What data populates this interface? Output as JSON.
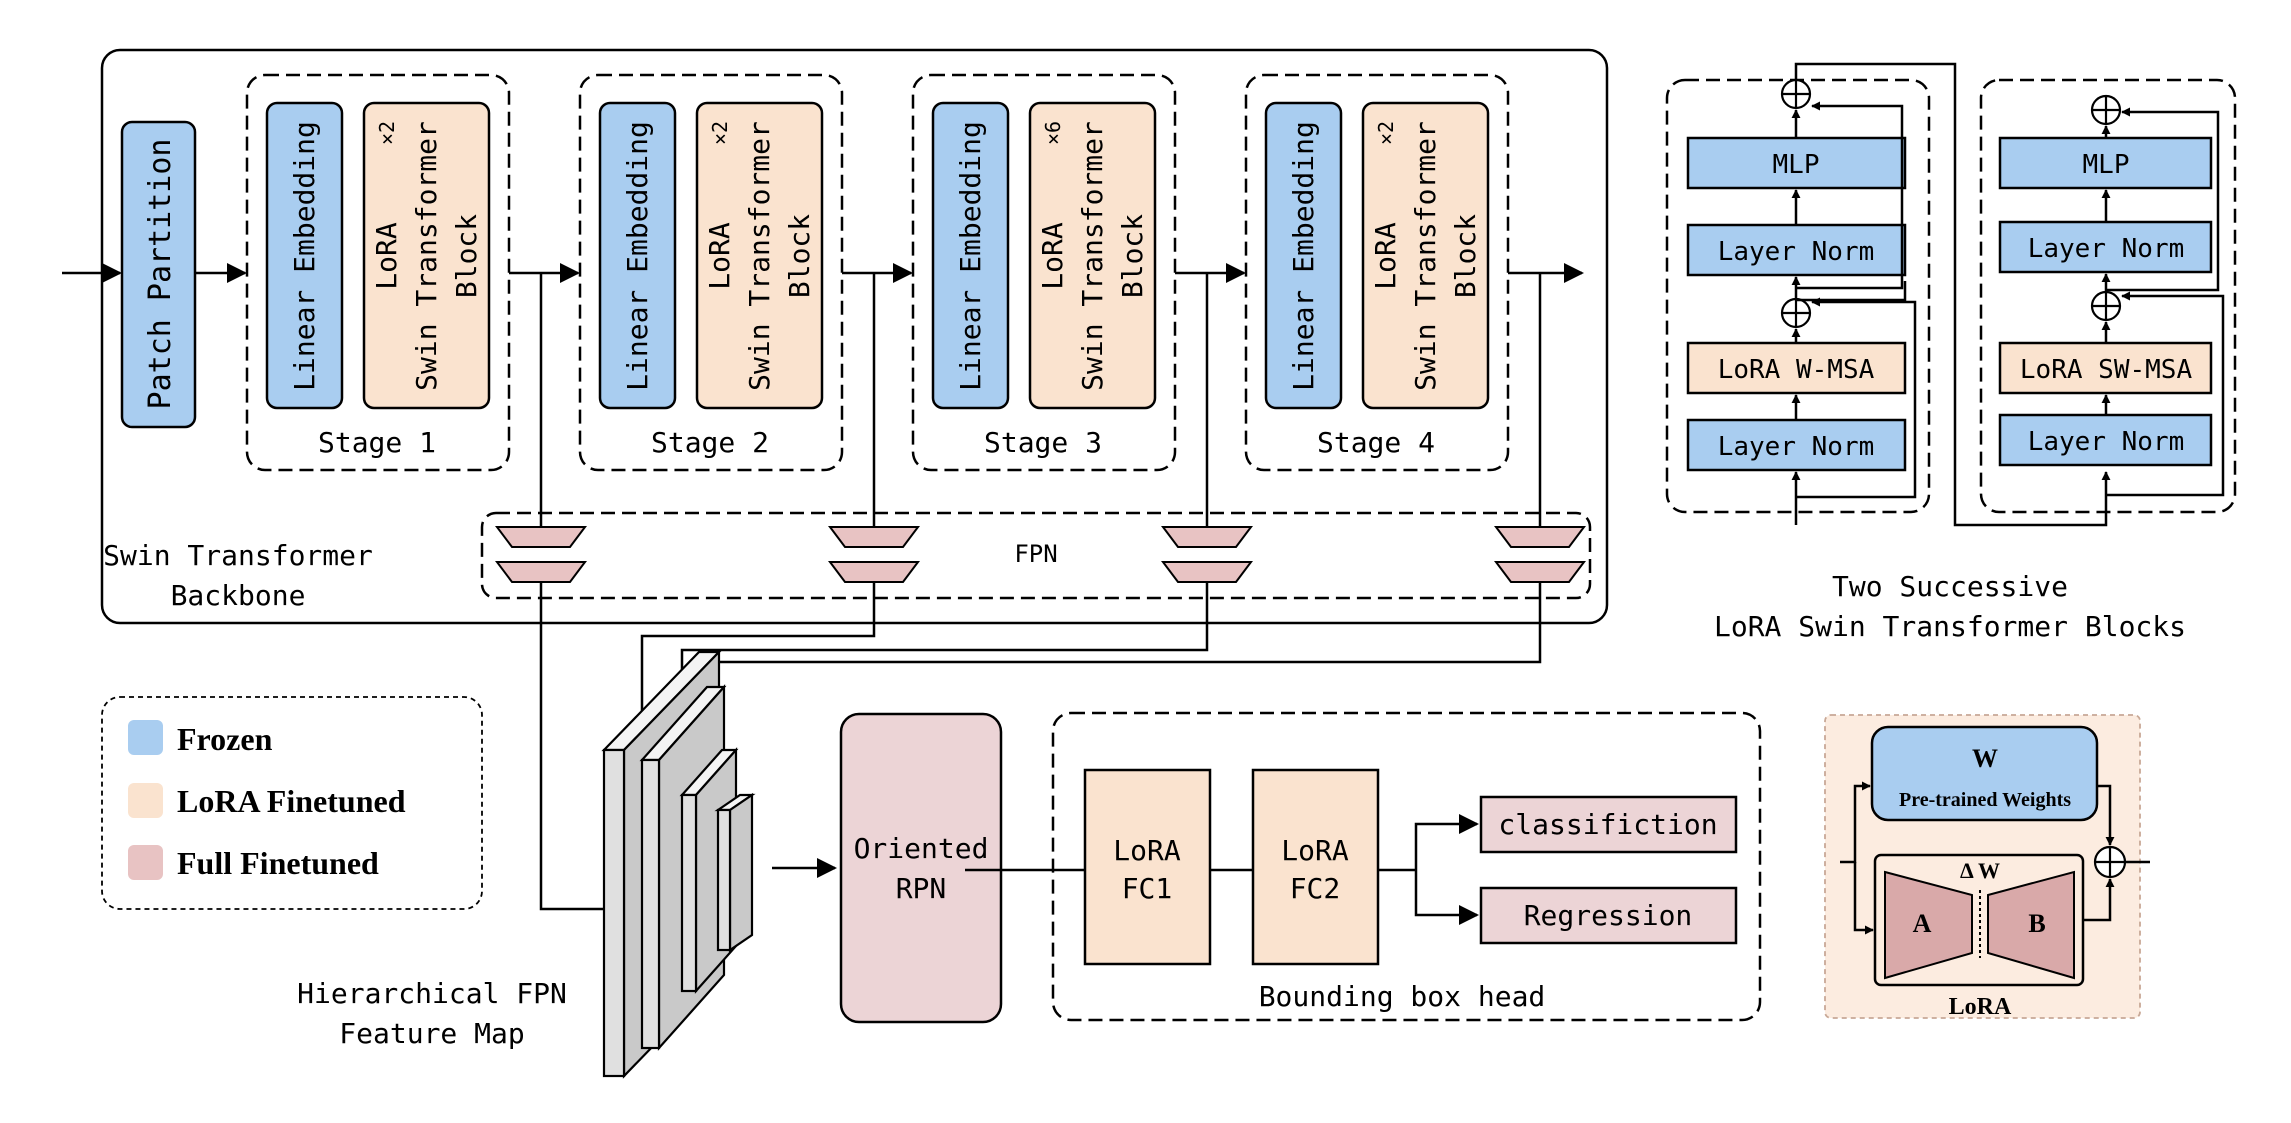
{
  "backbone": {
    "label_line1": "Swin Transformer",
    "label_line2": "Backbone",
    "patch_partition": "Patch Partition",
    "linear_embedding": "Linear Embedding",
    "block_line1": "LoRA",
    "block_line2": "Swin Transformer",
    "block_line3": "Block",
    "stages": [
      {
        "label": "Stage 1",
        "multiplier": "×2"
      },
      {
        "label": "Stage 2",
        "multiplier": "×2"
      },
      {
        "label": "Stage 3",
        "multiplier": "×6"
      },
      {
        "label": "Stage 4",
        "multiplier": "×2"
      }
    ],
    "fpn_label": "FPN"
  },
  "successive": {
    "mlp": "MLP",
    "layer_norm": "Layer Norm",
    "wmsa": "LoRA W-MSA",
    "swmsa": "LoRA SW-MSA",
    "caption_line1": "Two Successive",
    "caption_line2": "LoRA Swin Transformer Blocks"
  },
  "legend": {
    "frozen": "Frozen",
    "lora": "LoRA Finetuned",
    "full": "Full Finetuned"
  },
  "feature_map": {
    "caption_line1": "Hierarchical FPN",
    "caption_line2": "Feature Map"
  },
  "rpn": {
    "line1": "Oriented",
    "line2": "RPN"
  },
  "bbox_head": {
    "fc1_line1": "LoRA",
    "fc1_line2": "FC1",
    "fc2_line1": "LoRA",
    "fc2_line2": "FC2",
    "classification": "classifiction",
    "regression": "Regression",
    "caption": "Bounding box head"
  },
  "lora_module": {
    "w": "W",
    "pretrained": "Pre-trained Weights",
    "delta_w": "Δ W",
    "a": "A",
    "b": "B",
    "caption": "LoRA"
  },
  "colors": {
    "frozen": "#a9cdf0",
    "lora": "#fae3cf",
    "full": "#ecd4d6",
    "trapezoid": "#e8c3c3",
    "lora_panel": "#fcece0",
    "line": "#000000"
  }
}
